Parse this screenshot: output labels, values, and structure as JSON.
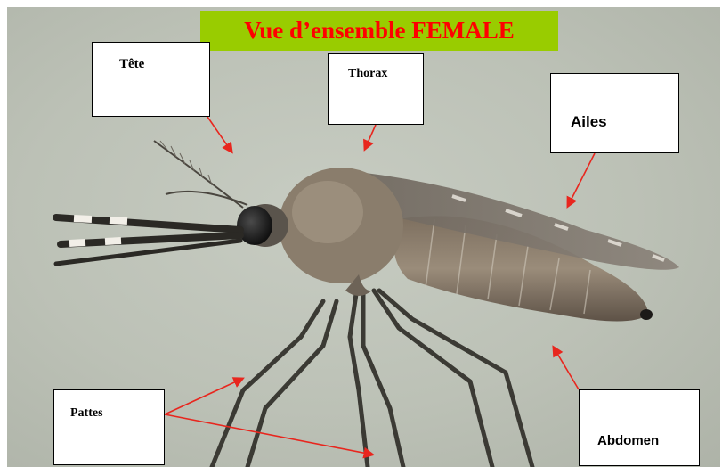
{
  "title": "Vue d’ensemble FEMALE",
  "colors": {
    "title_banner_bg": "#99cc00",
    "title_text": "#ff0000",
    "arrow": "#e8261e",
    "background": "#bcc1b6"
  },
  "image": {
    "subject": "mosquito-photo"
  },
  "labels": {
    "head": "Tête",
    "thorax": "Thorax",
    "wings": "Ailes",
    "legs": "Pattes",
    "abdomen": "Abdomen"
  }
}
